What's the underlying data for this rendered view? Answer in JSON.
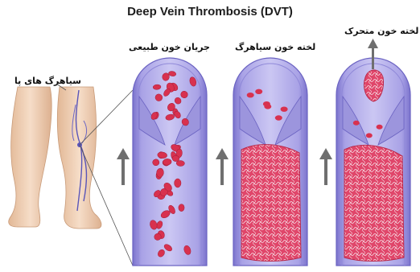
{
  "title": "Deep Vein Thrombosis (DVT)",
  "labels": {
    "leg_veins": "سیاهرگ های پا",
    "normal_flow": "جریان خون طبیعی",
    "venous_clot": "لخته خون سیاهرگ",
    "moving_clot": "لخته خون متحرک"
  },
  "colors": {
    "vein_wall": "#8d86d6",
    "vein_inner": "#b9b4ec",
    "valve": "#9c95dd",
    "blood_cell": "#d8314f",
    "clot": "#e0466a",
    "clot_fibrin": "#f4dfe6",
    "skin": "#efcfb3",
    "flow_arrow": "#6f6f6f"
  },
  "icons": [
    "up-arrow-icon",
    "leg-illustration",
    "blood-cell-icon"
  ]
}
